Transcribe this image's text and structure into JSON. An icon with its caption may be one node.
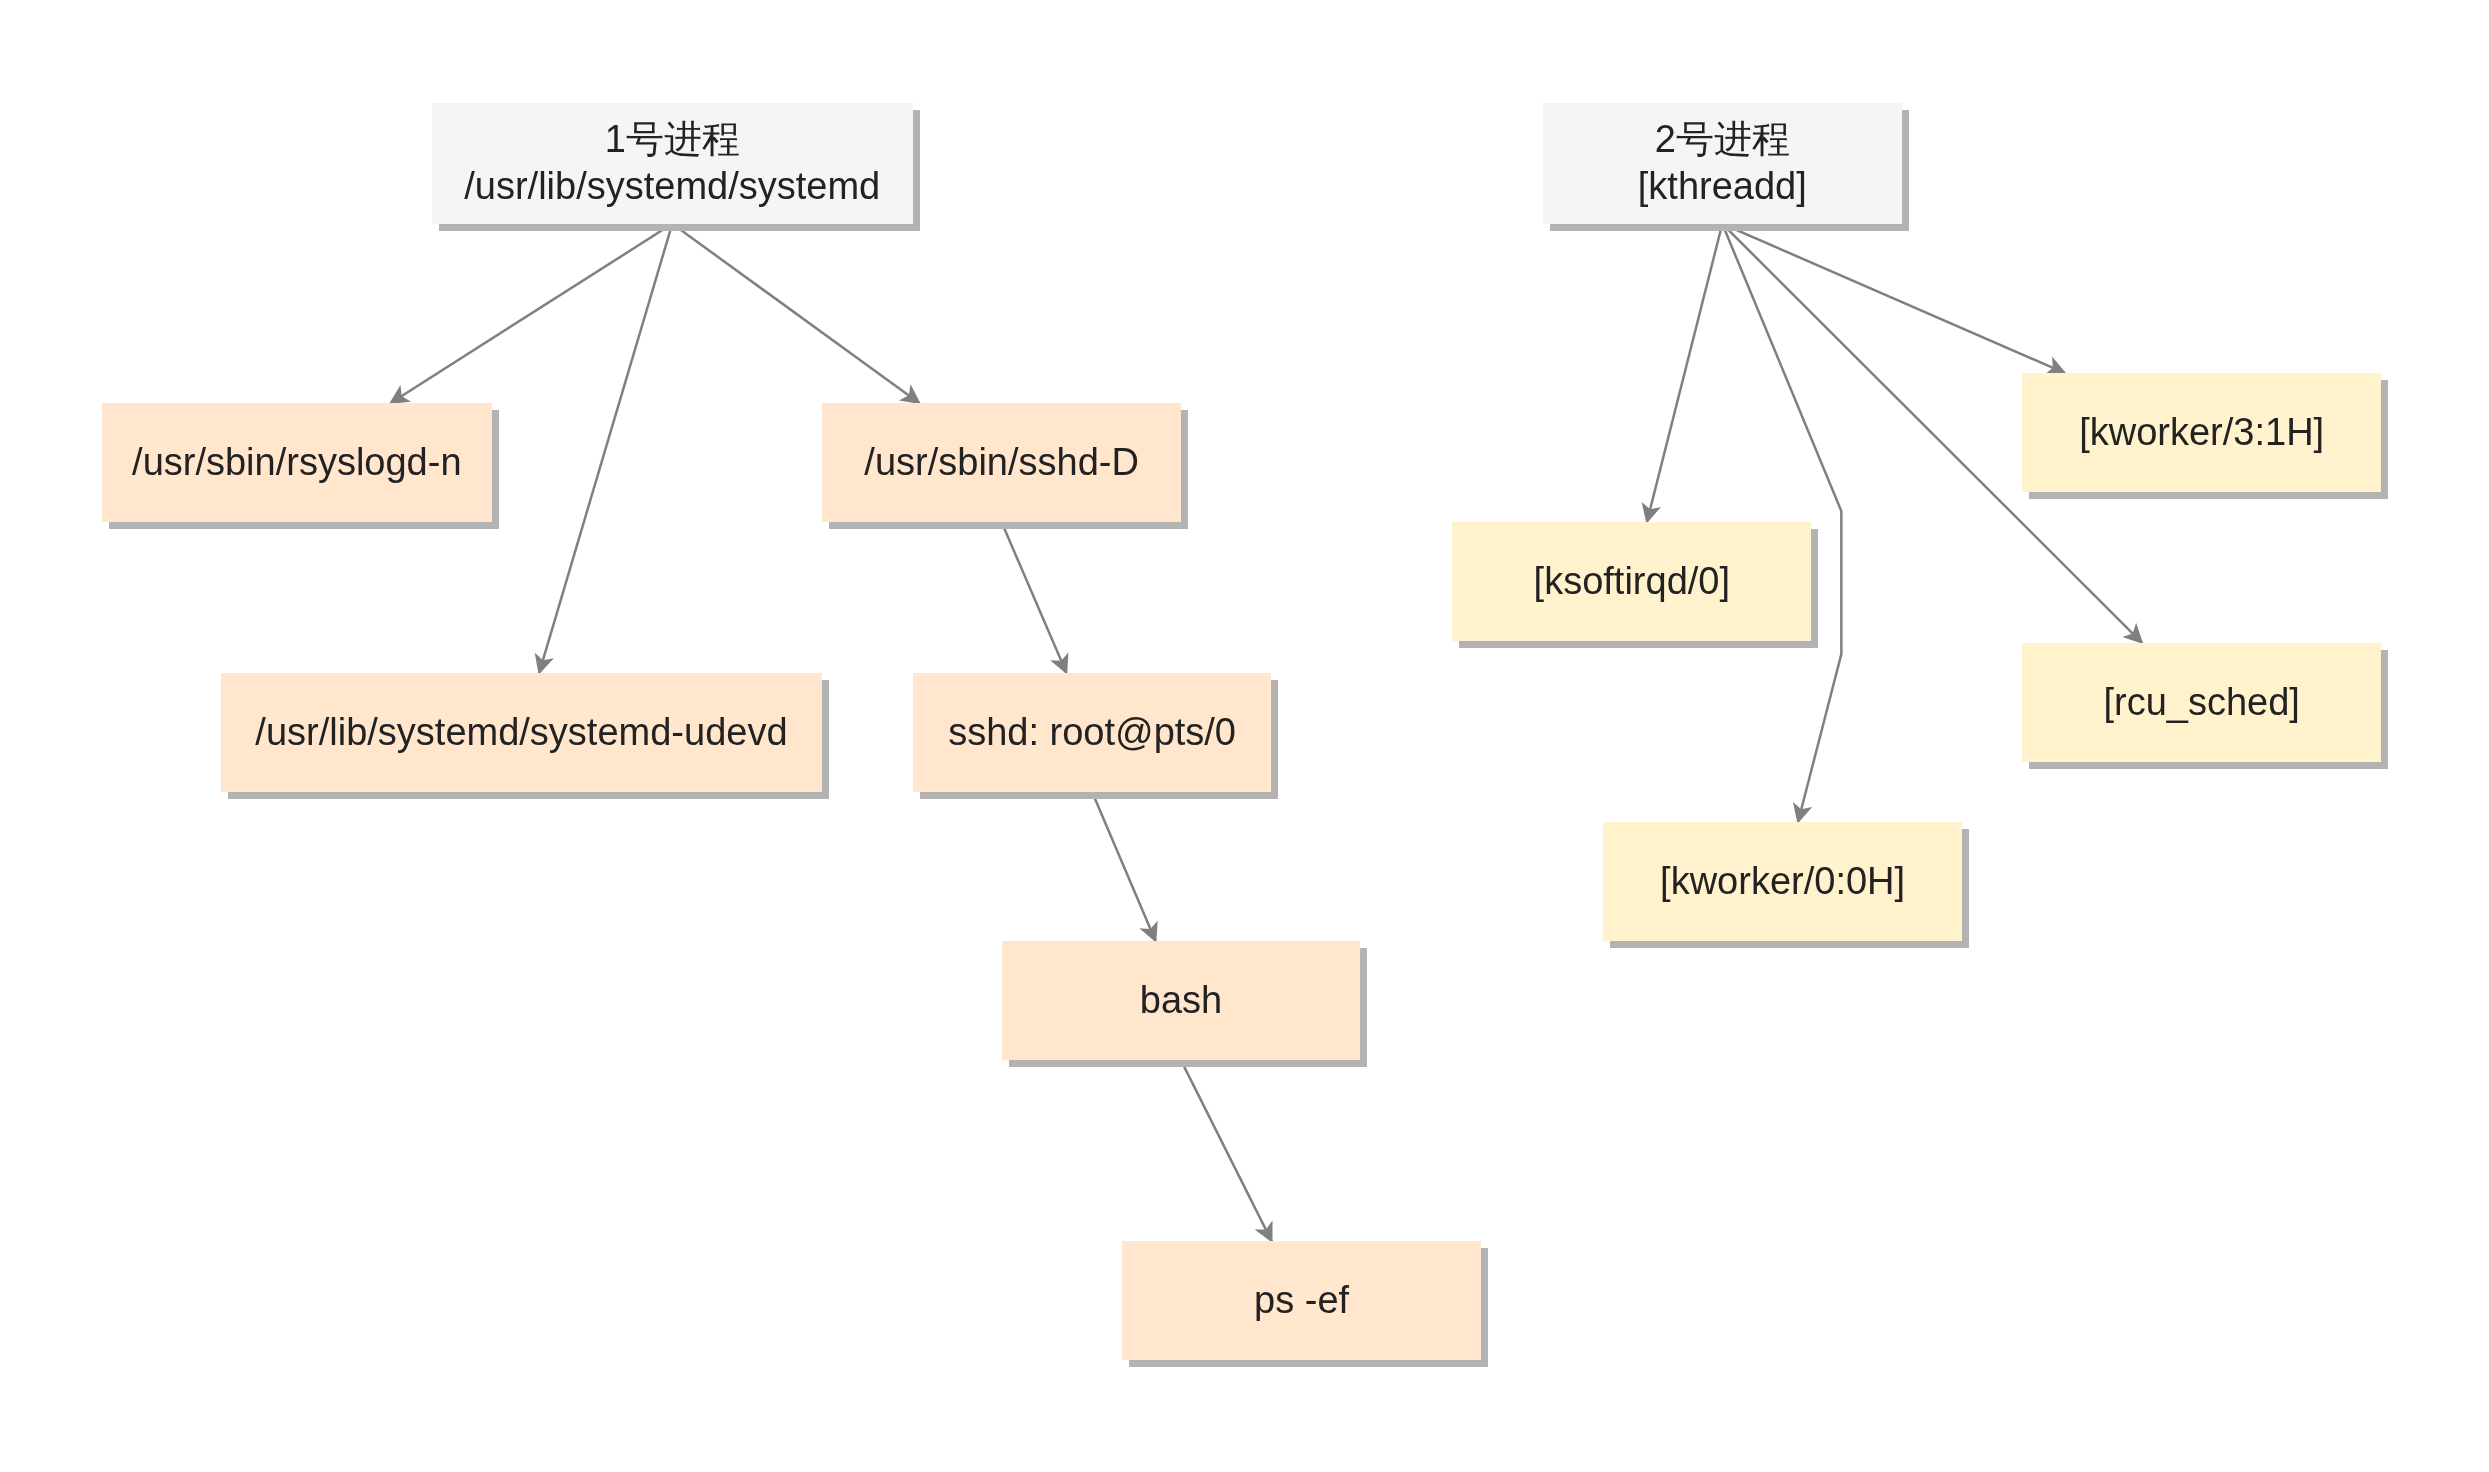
{
  "diagram": {
    "nodes": [
      {
        "text": [
          "1号进程",
          "/usr/lib/systemd/systemd"
        ]
      },
      {
        "text": [
          "/usr/sbin/rsyslogd-n"
        ]
      },
      {
        "text": [
          "/usr/sbin/sshd-D"
        ]
      },
      {
        "text": [
          "/usr/lib/systemd/systemd-udevd"
        ]
      },
      {
        "text": [
          "sshd: root@pts/0"
        ]
      },
      {
        "text": [
          "bash"
        ]
      },
      {
        "text": [
          "ps -ef"
        ]
      },
      {
        "text": [
          "2号进程",
          "[kthreadd]"
        ]
      },
      {
        "text": [
          "[kworker/3:1H]"
        ]
      },
      {
        "text": [
          "[ksoftirqd/0]"
        ]
      },
      {
        "text": [
          "[rcu_sched]"
        ]
      },
      {
        "text": [
          "[kworker/0:0H]"
        ]
      }
    ],
    "edges": [
      {
        "from": 0,
        "to": 1,
        "arrow": "to"
      },
      {
        "from": 0,
        "to": 3,
        "arrow": "to"
      },
      {
        "from": 0,
        "to": 2,
        "arrow": "to"
      },
      {
        "from": 2,
        "to": 4,
        "arrow": "to"
      },
      {
        "from": 4,
        "to": 5,
        "arrow": "to"
      },
      {
        "from": 5,
        "to": 6,
        "arrow": "to"
      },
      {
        "from": 7,
        "to": 9,
        "arrow": "to"
      },
      {
        "from": 7,
        "to": 11,
        "arrow": "to"
      },
      {
        "from": 7,
        "to": 10,
        "arrow": "to"
      },
      {
        "from": 7,
        "to": 8,
        "arrow": "to"
      }
    ]
  }
}
